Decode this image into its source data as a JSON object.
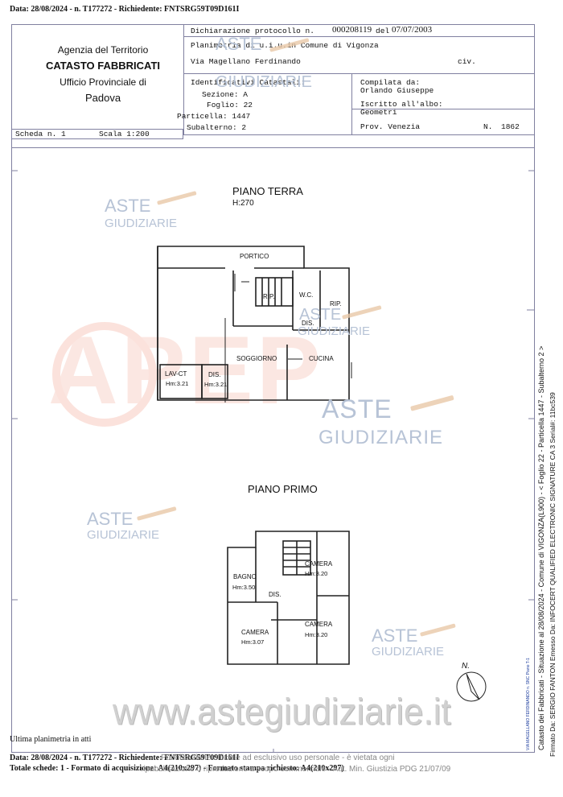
{
  "top_line": "Data: 28/08/2024 - n. T177272 - Richiedente: FNTSRG59T09D161I",
  "agency": {
    "line1": "Agenzia del Territorio",
    "line2": "CATASTO FABBRICATI",
    "line3": "Ufficio Provinciale di",
    "line4": "Padova"
  },
  "header": {
    "dichiarazione_label": "Dichiarazione protocollo n.",
    "protocol_number": "000208119",
    "del_label": "del",
    "protocol_date": "07/07/2003",
    "planimetria": "Planimetria di u.i.u.in Comune di Vigonza",
    "address": "Via Magellano Ferdinando",
    "civ": "civ.",
    "identificativi": "Identificativi Catastali:",
    "sezione": "Sezione: A",
    "foglio": "Foglio: 22",
    "particella": "Particella: 1447",
    "subalterno": "Subalterno: 2",
    "compilata": "Compilata da:",
    "compiler": "Orlando Giuseppe",
    "iscritto": "Iscritto all'albo:",
    "albo": "Geometri",
    "prov": "Prov. Venezia",
    "n_label": "N.",
    "n_value": "1862"
  },
  "scheda": {
    "scheda": "Scheda n. 1",
    "scala": "Scala 1:200"
  },
  "plan": {
    "piano_terra": "PIANO TERRA",
    "h270": "H:270",
    "piano_primo": "PIANO PRIMO",
    "rooms": {
      "portico": "PORTICO",
      "rip1": "RIP.",
      "wc": "W.C.",
      "rip2": "RIP.",
      "dis1": "DIS.",
      "soggiorno": "SOGGIORNO",
      "cucina": "CUCINA",
      "lavct": "LAV-CT",
      "lavct_h": "Hm:3.21",
      "dis2": "DIS.",
      "dis2_h": "Hm:3.21",
      "camera1": "CAMERA",
      "camera1_h": "Hm:3.20",
      "bagno": "BAGNO",
      "bagno_h": "Hm:3.50",
      "dis3": "DIS.",
      "camera2": "CAMERA",
      "camera2_h": "Hm:3.07",
      "camera3": "CAMERA",
      "camera3_h": "Hm:3.20"
    },
    "north": "N."
  },
  "watermarks": {
    "aste": "ASTE",
    "giudiziarie": "GIUDIZIARIE",
    "apep": "APEP",
    "site": "www.astegiudiziarie.it"
  },
  "side_text": {
    "catasto": "Catasto dei Fabbricati - Situazione al 28/08/2024 - Comune di VIGONZA(L900) - < Foglio 22 - Particella 1447 - Subalterno 2 >",
    "firmato": "Firmato Da: SERGIO FANTON Emesso Da: INFOCERT QUALIFIED ELECTRONIC SIGNATURE CA 3 Serial#: 11bc539",
    "small": "VIA MAGELLANO FERDINANDO n. SNC Piano T-1"
  },
  "footer": {
    "ultima": "Ultima planimetria in atti",
    "line1": "Data: 28/08/2024 - n. T177272 - Richiedente: FNTSRG59T09D161I",
    "line2": "Totale schede: 1 - Formato di acquisizione: A4(210x297) - Formato stampa richiesto: A4(210x297)",
    "disclaimer1": "Pubblicazione ufficiale ad esclusivo uso personale - è vietata ogni",
    "disclaimer2": "ripubblicazione o riproduzione a scopo commerciale - Aut. Min. Giustizia PDG 21/07/09"
  }
}
